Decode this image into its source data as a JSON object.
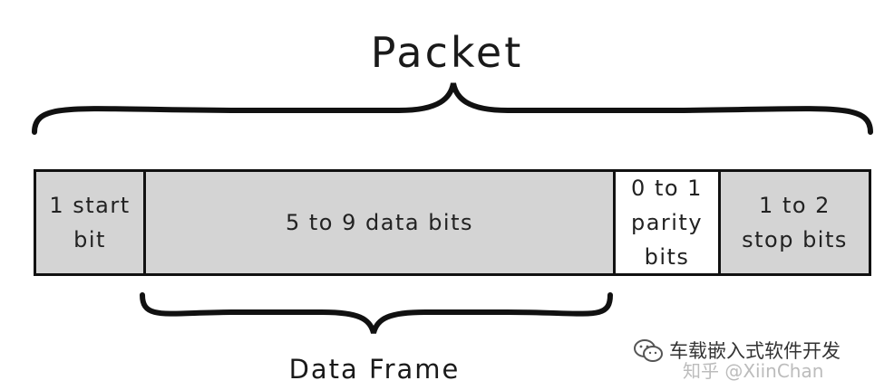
{
  "title": "Packet",
  "segments": [
    {
      "label": "1 start\nbit",
      "shade": "#d4d4d4"
    },
    {
      "label": "5 to 9 data bits",
      "shade": "#d4d4d4"
    },
    {
      "label": "0 to 1\nparity\nbits",
      "shade": "#ffffff"
    },
    {
      "label": "1 to 2\nstop bits",
      "shade": "#d4d4d4"
    }
  ],
  "frame_label": "Data Frame",
  "watermark": {
    "line1": "车载嵌入式软件开发",
    "line2": "知乎 @XiinChan"
  },
  "colors": {
    "outline": "#111111",
    "segment_fill": "#d4d4d4",
    "parity_fill": "#ffffff"
  }
}
